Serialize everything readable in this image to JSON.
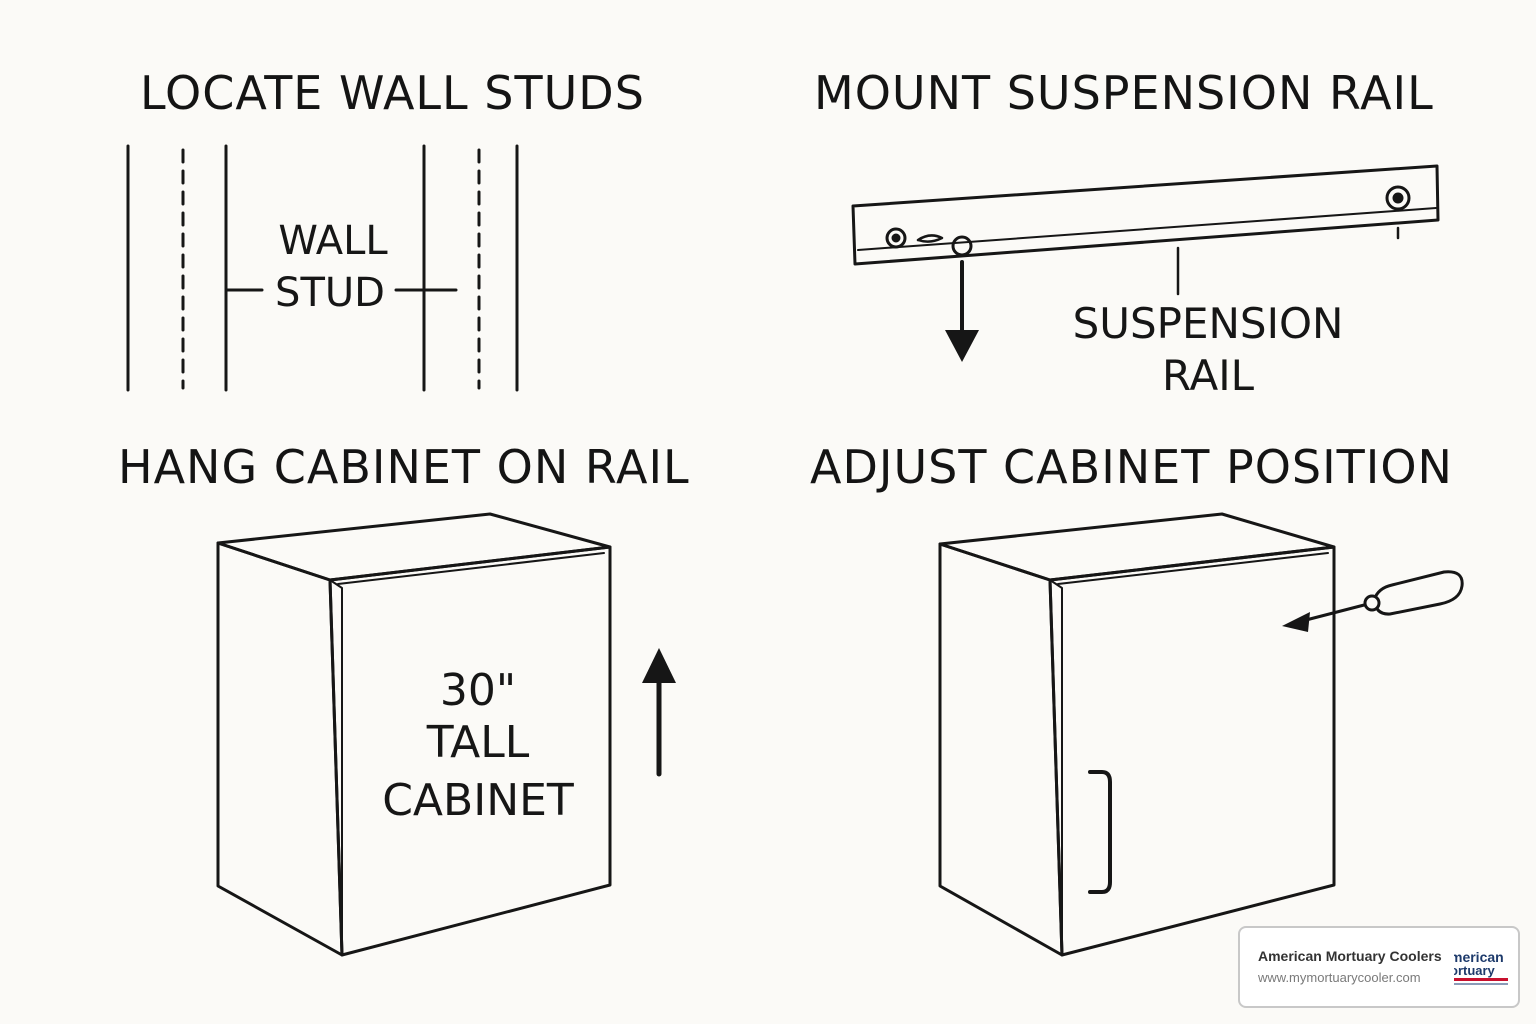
{
  "steps": {
    "locate_studs": {
      "title": "LOCATE WALL STUDS",
      "label_line1": "WALL",
      "label_line2": "STUD"
    },
    "mount_rail": {
      "title": "MOUNT SUSPENSION RAIL",
      "label_line1": "SUSPENSION",
      "label_line2": "RAIL"
    },
    "hang_cabinet": {
      "title": "HANG CABINET ON RAIL",
      "label_line1": "30\"",
      "label_line2": "TALL",
      "label_line3": "CABINET"
    },
    "adjust_cabinet": {
      "title": "ADJUST CABINET POSITION"
    }
  },
  "badge": {
    "name": "American Mortuary Coolers",
    "url": "www.mymortuarycooler.com",
    "logo_line1": "merican",
    "logo_line2": "ortuary"
  },
  "colors": {
    "background": "#fbfaf7",
    "ink": "#161616",
    "badge_brand": "#1d3a6b",
    "badge_accent": "#c8102e"
  }
}
